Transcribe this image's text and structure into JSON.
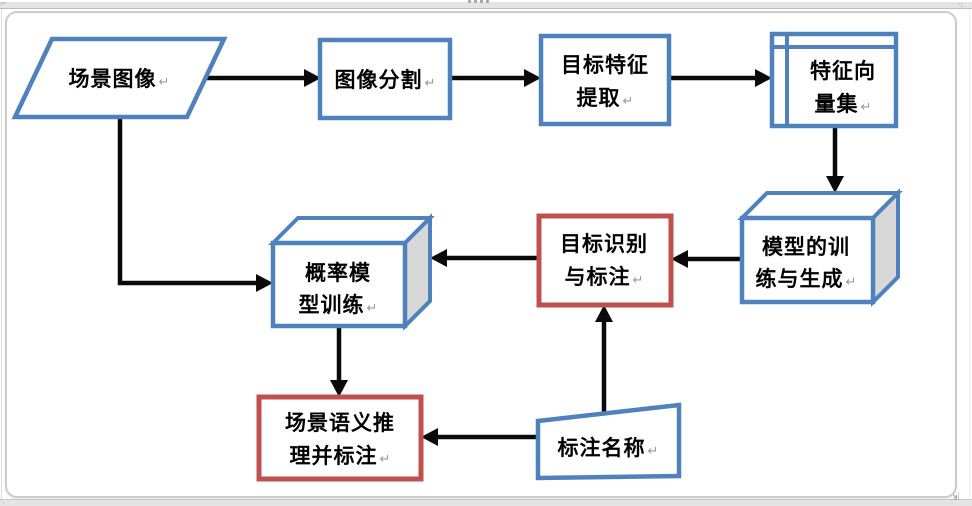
{
  "document": {
    "type": "flowchart",
    "language": "zh-CN"
  },
  "marks": {
    "soft_return": "↵"
  },
  "colors": {
    "shape_blue": "#4F81BD",
    "shape_red": "#C0504D",
    "arrow_black": "#0a0a0a",
    "cube_side_gray": "#d8d8d8",
    "frame_gray": "#cbcbcb",
    "canvas_white": "#ffffff"
  },
  "nodes": {
    "scene_image": {
      "label": "场景图像",
      "shape": "parallelogram",
      "border": "blue"
    },
    "image_segmentation": {
      "label": "图像分割",
      "shape": "rectangle",
      "border": "blue"
    },
    "target_feature_extraction": {
      "line1": "目标特征",
      "line2": "提取",
      "shape": "rectangle",
      "border": "blue"
    },
    "feature_vector_set": {
      "line1": "特征向",
      "line2": "量集",
      "shape": "internal-storage",
      "border": "blue"
    },
    "model_training_generation": {
      "line1": "模型的训",
      "line2": "练与生成",
      "shape": "cube",
      "border": "blue"
    },
    "target_recognition_annotation": {
      "line1": "目标识别",
      "line2": "与标注",
      "shape": "rectangle",
      "border": "red"
    },
    "probability_model_training": {
      "line1": "概率模",
      "line2": "型训练",
      "shape": "cube",
      "border": "blue"
    },
    "scene_semantic_inference": {
      "line1": "场景语义推",
      "line2": "理并标注",
      "shape": "rectangle",
      "border": "red"
    },
    "annotation_name": {
      "label": "标注名称",
      "shape": "slanted-quad",
      "border": "blue"
    }
  },
  "edges": [
    {
      "from": "scene_image",
      "to": "image_segmentation"
    },
    {
      "from": "image_segmentation",
      "to": "target_feature_extraction"
    },
    {
      "from": "target_feature_extraction",
      "to": "feature_vector_set"
    },
    {
      "from": "feature_vector_set",
      "to": "model_training_generation"
    },
    {
      "from": "model_training_generation",
      "to": "target_recognition_annotation"
    },
    {
      "from": "target_recognition_annotation",
      "to": "probability_model_training"
    },
    {
      "from": "scene_image",
      "to": "probability_model_training"
    },
    {
      "from": "probability_model_training",
      "to": "scene_semantic_inference"
    },
    {
      "from": "annotation_name",
      "to": "target_recognition_annotation"
    },
    {
      "from": "annotation_name",
      "to": "scene_semantic_inference"
    }
  ]
}
